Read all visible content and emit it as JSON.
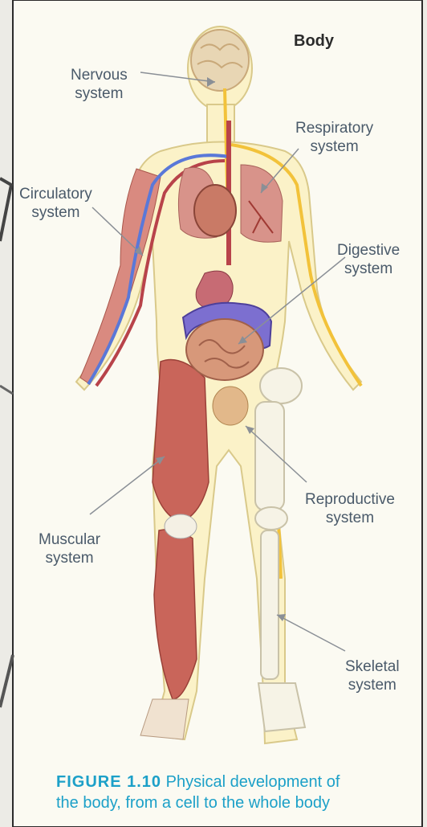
{
  "title": "Body",
  "labels": {
    "nervous": [
      "Nervous",
      "system"
    ],
    "respiratory": [
      "Respiratory",
      "system"
    ],
    "circulatory": [
      "Circulatory",
      "system"
    ],
    "digestive": [
      "Digestive",
      "system"
    ],
    "reproductive": [
      "Reproductive",
      "system"
    ],
    "muscular": [
      "Muscular",
      "system"
    ],
    "skeletal": [
      "Skeletal",
      "system"
    ]
  },
  "caption": {
    "figure": "FIGURE 1.10",
    "text_line1": "Physical development of",
    "text_line2": "the body, from a cell to the whole body"
  },
  "colors": {
    "skin": "#fbf2c8",
    "page": "#fbfaf2",
    "muscle": "#c9655a",
    "vein": "#5a78d8",
    "nerve": "#f2c23a",
    "organ": "#c88a7a",
    "caption": "#1ca0c8"
  }
}
